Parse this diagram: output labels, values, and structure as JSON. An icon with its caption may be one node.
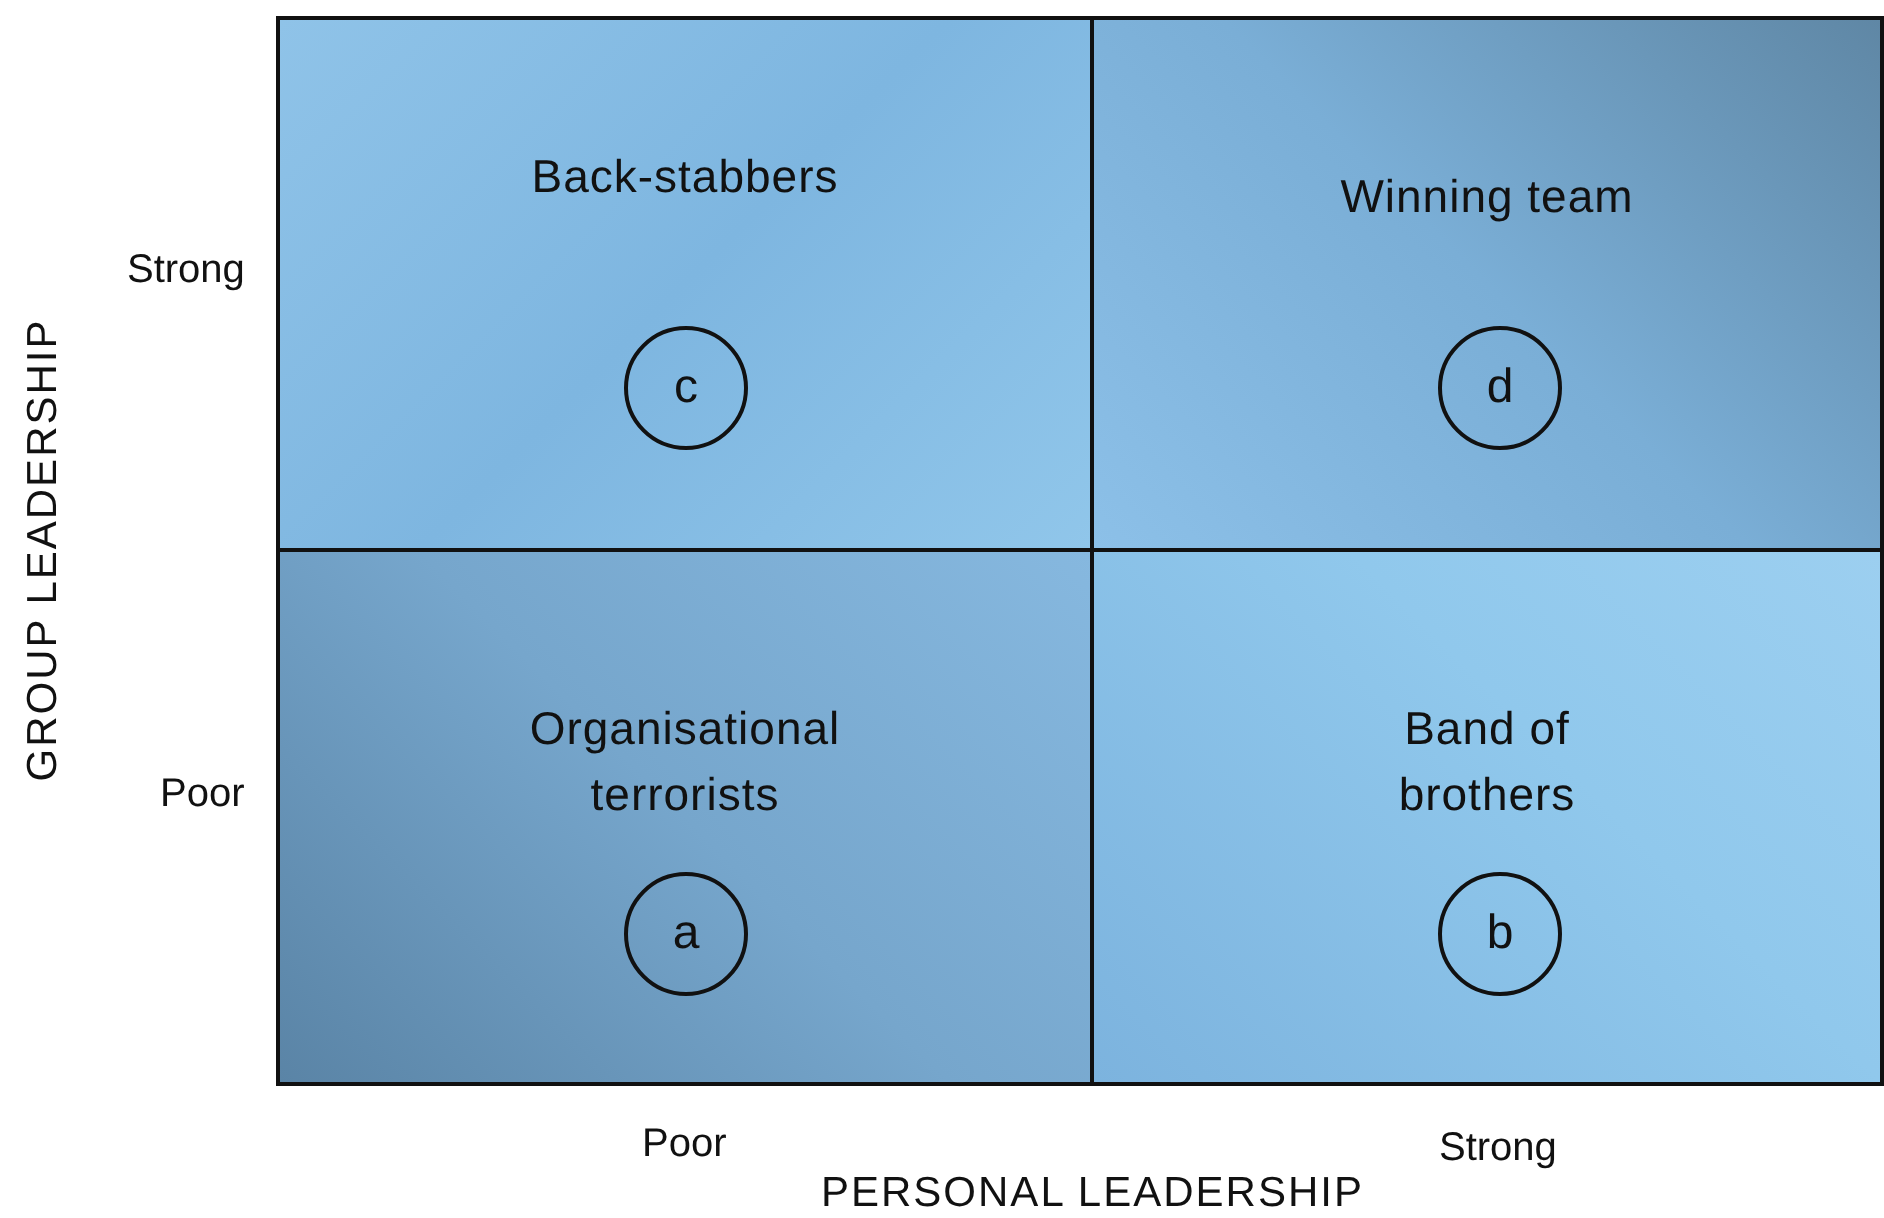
{
  "diagram": {
    "nodes": [
      {
        "text": [
          "Back-stabbers"
        ]
      },
      {
        "text": [
          "c"
        ],
        "in": 0
      },
      {
        "text": [
          "Winning team"
        ]
      },
      {
        "text": [
          "d"
        ],
        "in": 2
      },
      {
        "text": [
          "Organisational terrorists"
        ]
      },
      {
        "text": [
          "a"
        ],
        "in": 4
      },
      {
        "text": [
          "Band of brothers"
        ]
      },
      {
        "text": [
          "b"
        ],
        "in": 6
      }
    ],
    "edges": [],
    "labels": [
      "GROUP LEADERSHIP",
      "Strong",
      "Poor",
      "Poor",
      "Strong",
      "PERSONAL LEADERSHIP"
    ]
  }
}
